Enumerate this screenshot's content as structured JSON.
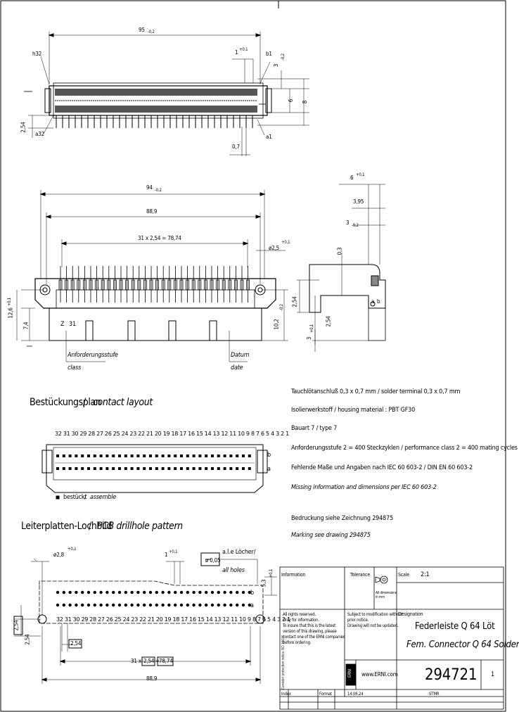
{
  "top_view": {
    "dims": {
      "width": "95",
      "width_tol": "-0,2",
      "h32": "h32",
      "b1": "b1",
      "a32": "a32",
      "a1": "a1",
      "one": "1",
      "one_tol": "+0,1",
      "three": "3",
      "three_tol": "-0,2",
      "six": "6",
      "eight": "8",
      "pitch": "2,54",
      "pin": "0,7"
    }
  },
  "front_view": {
    "dims": {
      "width94": "94",
      "width94_tol": "-0,2",
      "w889": "88,9",
      "pins": "31 x 2,54 = 78,74",
      "hole": "ø2,5",
      "hole_tol": "+0,1",
      "h126": "12,6",
      "h126_tol": "+0,1",
      "h74": "7,4",
      "h102": "10,2",
      "h102_tol": "-0,2",
      "z": "Z",
      "n31": "31"
    },
    "labels": {
      "perf": "Anforderungsstufe",
      "perf_en": "class",
      "datum": "Datum",
      "datum_en": "date"
    }
  },
  "side_view": {
    "dims": {
      "six": "6",
      "six_tol": "+0,1",
      "d395": "3,95",
      "three": "3",
      "three_tol": "-0,2",
      "d03": "0,3",
      "d254a": "2,54",
      "d254b": "2,54",
      "three_b": "3",
      "three_b_tol": "+0,1",
      "a": "a",
      "b": "b"
    }
  },
  "notes": [
    "Tauchlötanschluß 0,3 x 0,7 mm / solder terminal 0,3 x 0,7 mm",
    "Isolierwerkstoff / housing material :  PBT GF30",
    "Bauart 7 / type 7",
    "Anforderungsstufe 2 = 400 Steckzyklen / performance class 2 = 400 mating cycles",
    "Fehlende Maße und Angaben nach IEC 60 603-2 / DIN EN 60 603-2",
    "Missing information and dimensions per IEC 60 603-2",
    "Bedruckung siehe Zeichnung 294875",
    "Marking see drawing 294875"
  ],
  "contact_layout": {
    "title_de": "Bestückungsplan",
    "title_en": "contact layout",
    "numbers": "32 31 30 29 28 27 26 25 24 23 22 21 20 19 18 17 16 15 14 13 12 11 10 9 8 7 6 5 4 3 2 1",
    "row_b": "b",
    "row_a": "a",
    "legend_de": "bestückt",
    "legend_en": "assemble"
  },
  "pcb": {
    "title_de": "Leiterplatten-Lochbild",
    "title_en": "PCB drillhole pattern",
    "numbers": "32 31 30 29 28 27 26 25 24 23 22 21 20 19 18 17 16 15 14 13 12 11 10 9 8 7 6 5 4 3 2 1",
    "dims": {
      "hole": "ø2,8",
      "hole_tol": "+0,1",
      "one": "1",
      "one_tol": "+0,1",
      "tol": "ø 0,05",
      "all_de": "a.l.e Löcher/",
      "all_en": "all holes",
      "d53": "5,3",
      "d53_tol": "+0,1",
      "d254box": "2,54",
      "d254": "2,54",
      "d254x": "2,54",
      "pins_pre": "31 x",
      "pins_box": "2,54",
      "pins_eq": "=",
      "pins_res": "78,74",
      "w889": "88,9",
      "row_b": "b",
      "row_a": "a"
    }
  },
  "title_block": {
    "info": "Information",
    "tolerance": "Tolerance",
    "scale_label": "Scale",
    "scale_value": "2:1",
    "proj": "All dimensions in mm",
    "rights": [
      "All rights reserved.",
      "Only for information.",
      "To insure that this is the latest",
      "version of this drawing, please",
      "contact one of the ERNI companies",
      "before ordering."
    ],
    "subject": [
      "Subject to modification without",
      "prior notice.",
      "Drawing will not be updated."
    ],
    "desc_label": "Designation",
    "desc_de": "Federleiste Q 64 Löt",
    "desc_en": "Fem. Connector Q 64 Solder",
    "logo": "ERNI",
    "website": "www.ERNI.com",
    "part_no": "294721",
    "sheet": "1",
    "index": "Index",
    "format": "Format",
    "date_code": "14.06.24",
    "drawn": "STMR",
    "side_text": "Consider protection notice ISO 16016",
    "protection_note": "ISO 16016"
  }
}
